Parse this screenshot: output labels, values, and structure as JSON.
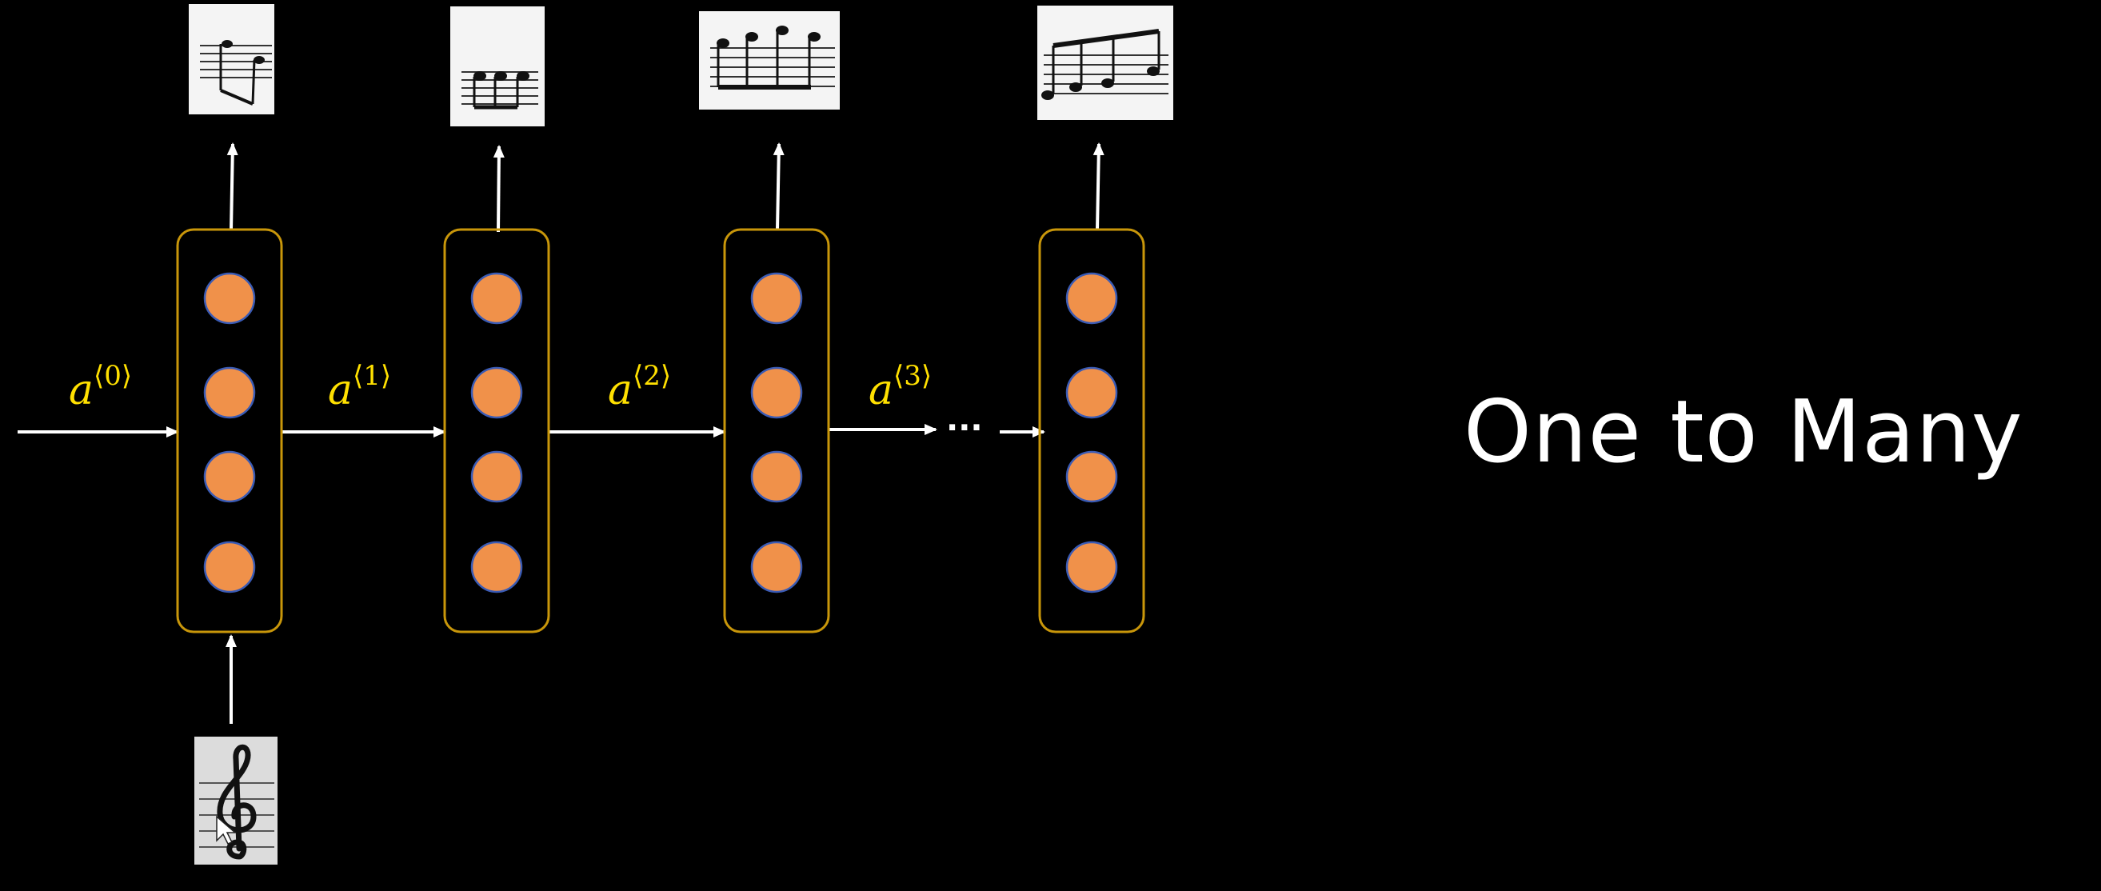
{
  "title": "One to Many",
  "hidden_state_labels": [
    {
      "base": "a",
      "superscript": "⟨0⟩"
    },
    {
      "base": "a",
      "superscript": "⟨1⟩"
    },
    {
      "base": "a",
      "superscript": "⟨2⟩"
    },
    {
      "base": "a",
      "superscript": "⟨3⟩"
    }
  ],
  "ellipsis": "···",
  "rnn_cells": [
    {
      "units": 4
    },
    {
      "units": 4
    },
    {
      "units": 4
    },
    {
      "units": 4
    }
  ],
  "input": {
    "icon": "treble-clef-icon"
  },
  "outputs": [
    {
      "icon": "music-notes-icon"
    },
    {
      "icon": "music-notes-icon"
    },
    {
      "icon": "music-notes-icon"
    },
    {
      "icon": "music-notes-icon"
    }
  ],
  "colors": {
    "background": "#000000",
    "cell_border": "#c8960a",
    "neuron_fill": "#f0914a",
    "neuron_border": "#3a5bb5",
    "arrow": "#ffffff",
    "label": "#ffe000",
    "title": "#ffffff"
  }
}
